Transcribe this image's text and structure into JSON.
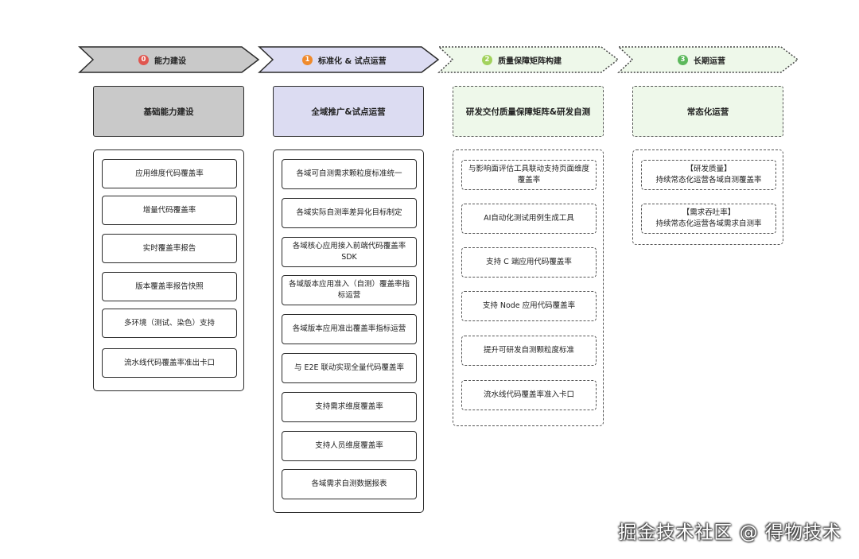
{
  "colors": {
    "stage0_fill": "#c9c9c9",
    "stage1_fill": "#dcdcf2",
    "stage2_fill": "#eef8ea",
    "stage3_fill": "#eef8ea",
    "num0": "#e0564f",
    "num1": "#ef8a2c",
    "num2": "#a2d25d",
    "num3": "#5cb85c"
  },
  "stages": [
    {
      "number": "0",
      "title": "能力建设",
      "header": "基础能力建设",
      "items": [
        "应用维度代码覆盖率",
        "增量代码覆盖率",
        "实时覆盖率报告",
        "版本覆盖率报告快照",
        "多环境（测试、染色）支持",
        "流水线代码覆盖率准出卡口"
      ]
    },
    {
      "number": "1",
      "title": "标准化 & 试点运营",
      "header": "全域推广&试点运营",
      "items": [
        "各域可自测需求颗粒度标准统一",
        "各域实际自测率差异化目标制定",
        "各域核心应用接入前端代码覆盖率SDK",
        "各域版本应用准入（自测）覆盖率指标运营",
        "各域版本应用准出覆盖率指标运营",
        "与 E2E 联动实现全量代码覆盖率",
        "支持需求维度覆盖率",
        "支持人员维度覆盖率",
        "各域需求自测数据报表"
      ]
    },
    {
      "number": "2",
      "title": "质量保障矩阵构建",
      "header": "研发交付质量保障矩阵&研发自测",
      "items": [
        "与影响面评估工具联动支持页面维度覆盖率",
        "AI自动化测试用例生成工具",
        "支持 C 端应用代码覆盖率",
        "支持 Node 应用代码覆盖率",
        "提升可研发自测颗粒度标准",
        "流水线代码覆盖率准入卡口"
      ]
    },
    {
      "number": "3",
      "title": "长期运营",
      "header": "常态化运营",
      "items": [
        "【研发质量】\n持续常态化运营各域自测覆盖率",
        "【需求吞吐率】\n持续常态化运营各域需求自测率"
      ]
    }
  ],
  "watermark": "掘金技术社区 @ 得物技术"
}
